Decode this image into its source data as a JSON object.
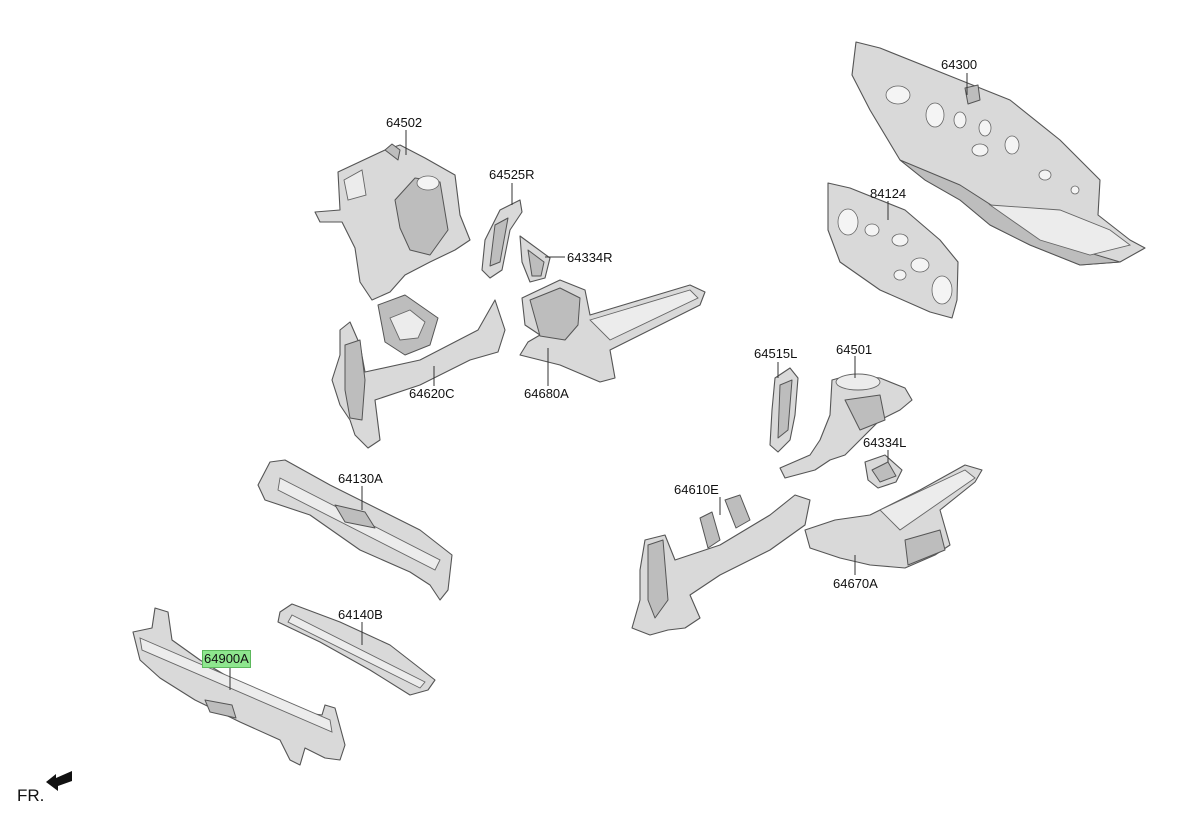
{
  "diagram": {
    "parts": [
      {
        "id": "p64300",
        "label": "64300"
      },
      {
        "id": "p84124",
        "label": "84124"
      },
      {
        "id": "p64502",
        "label": "64502"
      },
      {
        "id": "p64525R",
        "label": "64525R"
      },
      {
        "id": "p64334R",
        "label": "64334R"
      },
      {
        "id": "p64620C",
        "label": "64620C"
      },
      {
        "id": "p64680A",
        "label": "64680A"
      },
      {
        "id": "p64515L",
        "label": "64515L"
      },
      {
        "id": "p64501",
        "label": "64501"
      },
      {
        "id": "p64334L",
        "label": "64334L"
      },
      {
        "id": "p64610E",
        "label": "64610E"
      },
      {
        "id": "p64670A",
        "label": "64670A"
      },
      {
        "id": "p64130A",
        "label": "64130A"
      },
      {
        "id": "p64140B",
        "label": "64140B"
      },
      {
        "id": "p64900A",
        "label": "64900A",
        "highlighted": true,
        "highlight_color": "#8ee68e"
      }
    ],
    "front_indicator": {
      "text": "FR.",
      "icon": "front-direction-arrow-icon"
    },
    "colors": {
      "part_fill": "#d9d9d9",
      "outline": "#555555",
      "highlight": "#8ee68e"
    }
  }
}
